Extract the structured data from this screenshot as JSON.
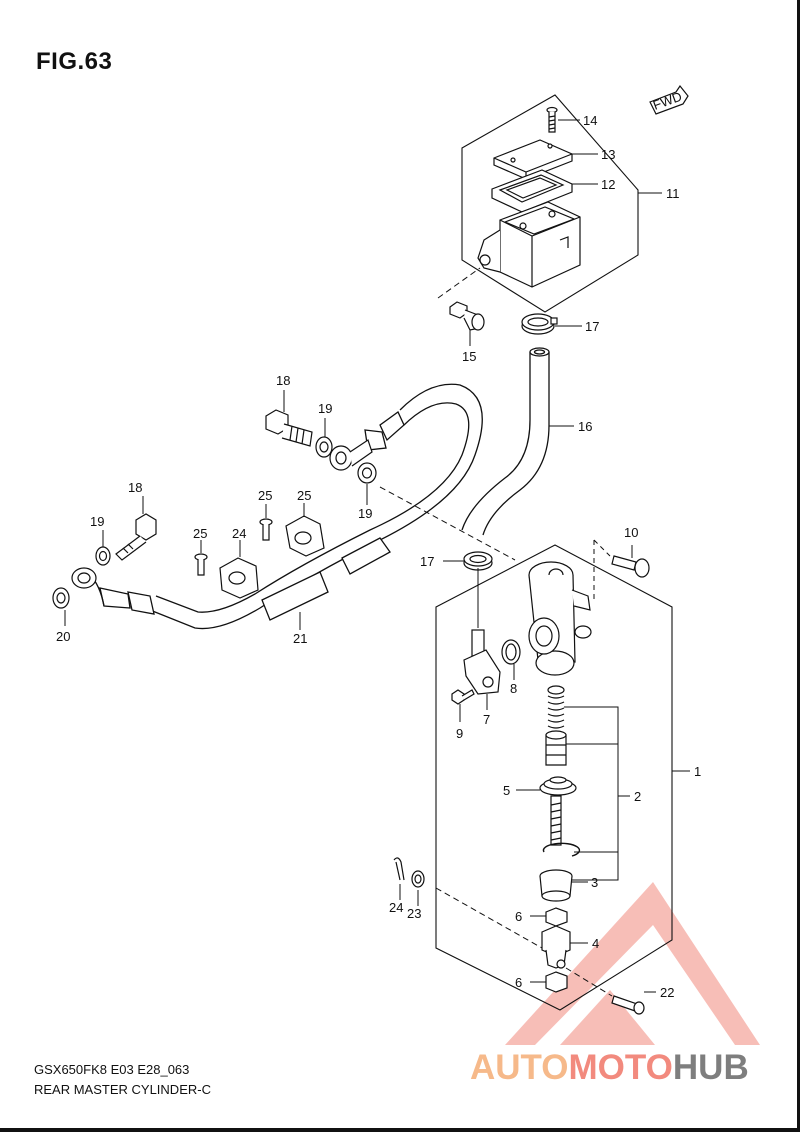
{
  "figure": {
    "title": "FIG.63",
    "model_code": "GSX650FK8 E03 E28_063",
    "caption": "REAR MASTER CYLINDER-C",
    "direction_tag": "FWD"
  },
  "callouts": [
    "1",
    "2",
    "3",
    "4",
    "5",
    "6",
    "6",
    "7",
    "8",
    "9",
    "10",
    "11",
    "12",
    "13",
    "14",
    "15",
    "16",
    "17",
    "17",
    "18",
    "18",
    "19",
    "19",
    "19",
    "20",
    "21",
    "22",
    "23",
    "24",
    "24",
    "25",
    "25"
  ],
  "watermark": {
    "part1": "AUTO",
    "part2": "MOTO",
    "part3": "HUB"
  },
  "colors": {
    "line": "#111111",
    "watermark_orange": "#f6b98a",
    "watermark_red": "#f28a7e",
    "watermark_gray": "#7e7e7e"
  }
}
